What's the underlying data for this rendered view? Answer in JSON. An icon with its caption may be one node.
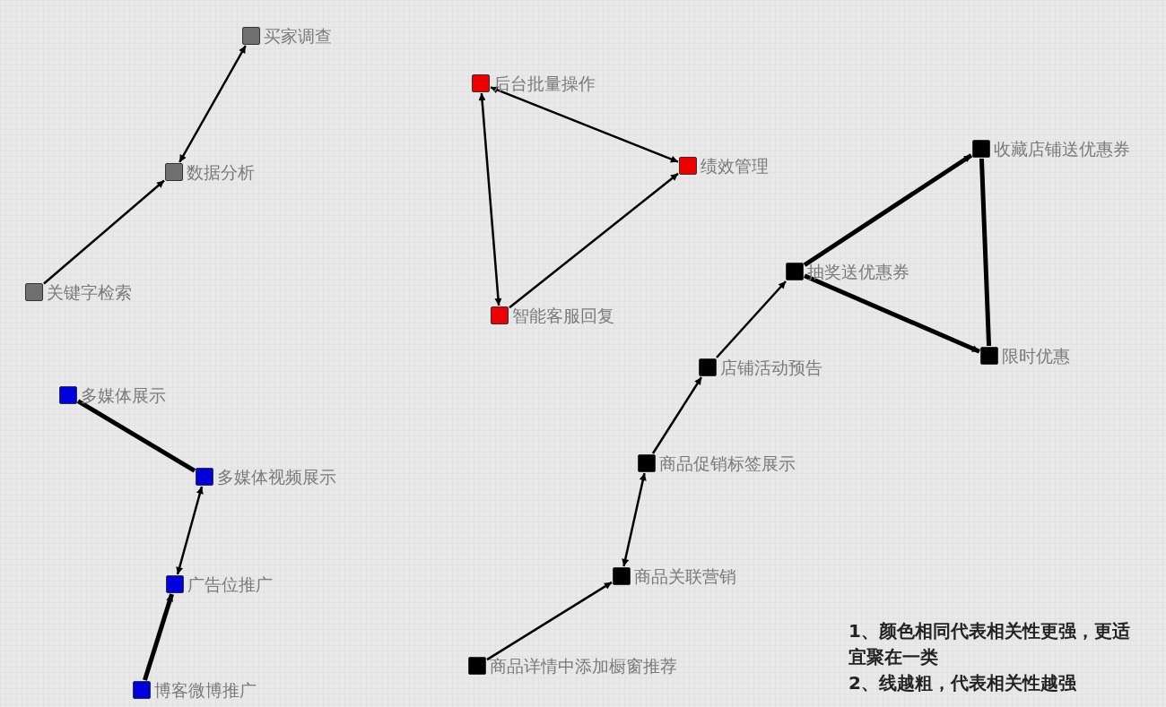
{
  "diagram": {
    "nodes": [
      {
        "text": [
          "买家调查"
        ]
      },
      {
        "text": [
          "数据分析"
        ]
      },
      {
        "text": [
          "关键字检索"
        ]
      },
      {
        "text": [
          "后台批量操作"
        ]
      },
      {
        "text": [
          "绩效管理"
        ]
      },
      {
        "text": [
          "智能客服回复"
        ]
      },
      {
        "text": [
          "收藏店铺送优惠券"
        ]
      },
      {
        "text": [
          "抽奖送优惠券"
        ]
      },
      {
        "text": [
          "限时优惠"
        ]
      },
      {
        "text": [
          "店铺活动预告"
        ]
      },
      {
        "text": [
          "商品促销标签展示"
        ]
      },
      {
        "text": [
          "商品关联营销"
        ]
      },
      {
        "text": [
          "商品详情中添加橱窗推荐"
        ]
      },
      {
        "text": [
          "多媒体展示"
        ]
      },
      {
        "text": [
          "多媒体视频展示"
        ]
      },
      {
        "text": [
          "广告位推广"
        ]
      },
      {
        "text": [
          "博客微博推广"
        ]
      }
    ],
    "edges": [
      {
        "from": 2,
        "to": 1,
        "arrow": "to"
      },
      {
        "from": 1,
        "to": 0,
        "arrow": "both"
      },
      {
        "from": 3,
        "to": 4,
        "arrow": "both"
      },
      {
        "from": 3,
        "to": 5,
        "arrow": "both"
      },
      {
        "from": 5,
        "to": 4,
        "arrow": "to"
      },
      {
        "from": 12,
        "to": 11,
        "arrow": "to"
      },
      {
        "from": 11,
        "to": 10,
        "arrow": "both"
      },
      {
        "from": 10,
        "to": 9,
        "arrow": "to"
      },
      {
        "from": 9,
        "to": 7,
        "arrow": "to"
      },
      {
        "from": 7,
        "to": 6,
        "arrow": "to",
        "style": "thick"
      },
      {
        "from": 6,
        "to": 8,
        "arrow": "none",
        "style": "thick"
      },
      {
        "from": 7,
        "to": 8,
        "arrow": "to",
        "style": "thick"
      },
      {
        "from": 13,
        "to": 14,
        "arrow": "none",
        "style": "thick"
      },
      {
        "from": 15,
        "to": 14,
        "arrow": "both"
      },
      {
        "from": 16,
        "to": 15,
        "arrow": "to",
        "style": "thick"
      }
    ],
    "labels": [
      "1、颜色相同代表相关性更强，更适宜聚在一类",
      "2、线越粗，代表相关性越强"
    ]
  }
}
